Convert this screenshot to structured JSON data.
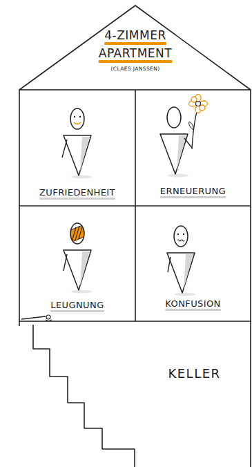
{
  "diagram": {
    "title": "4-ZIMMER APARTMENT",
    "nodes": [
      {
        "text": [
          "ZUFRIEDENHEIT"
        ]
      },
      {
        "text": [
          "ERNEUERUNG"
        ]
      },
      {
        "text": [
          "LEUGNUNG"
        ]
      },
      {
        "text": [
          "KONFUSION"
        ]
      },
      {
        "text": [
          "KELLER"
        ]
      }
    ],
    "labels": [
      "(CLAES JANSSEN)"
    ]
  }
}
